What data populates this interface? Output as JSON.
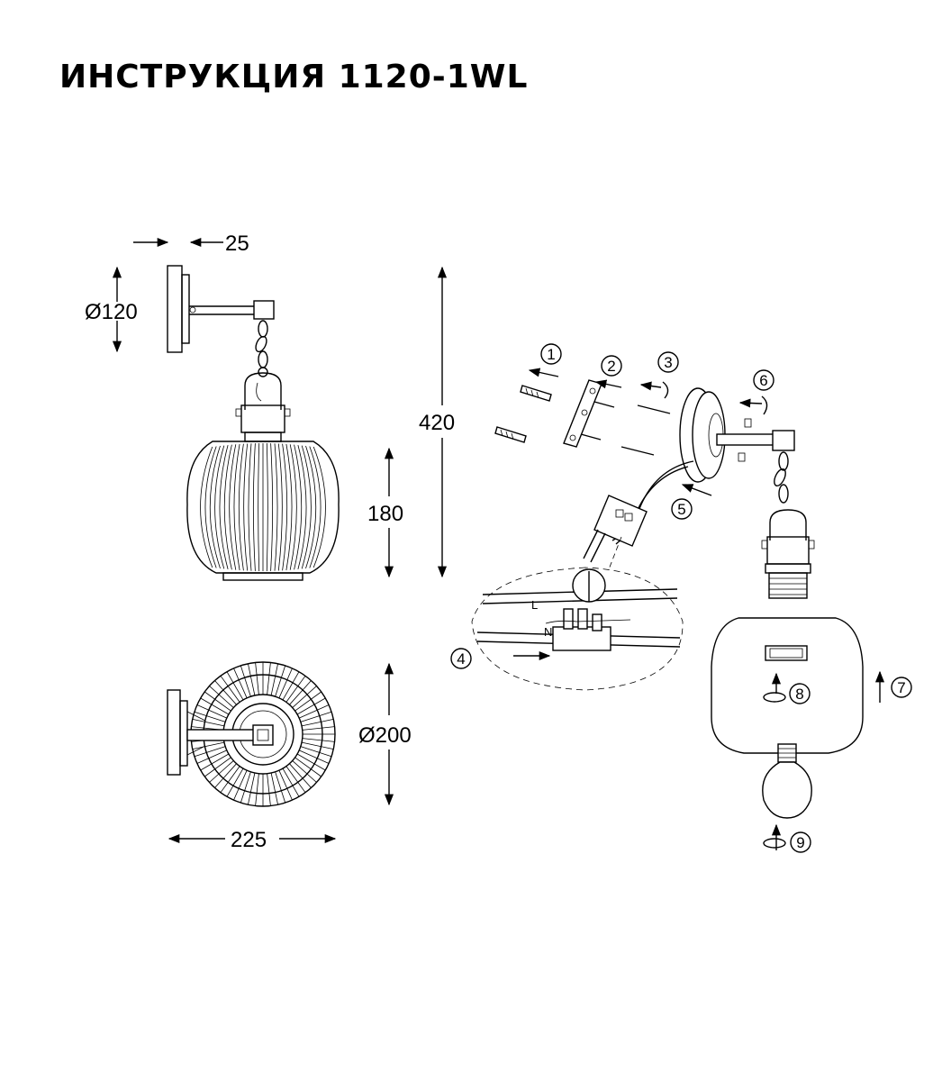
{
  "title": "ИНСТРУКЦИЯ 1120-1WL",
  "dimensions": {
    "depth_base": "25",
    "base_diameter": "Ø120",
    "total_height": "420",
    "shade_height": "180",
    "shade_diameter": "Ø200",
    "total_depth": "225"
  },
  "steps": [
    "1",
    "2",
    "3",
    "4",
    "5",
    "6",
    "7",
    "8",
    "9"
  ],
  "terminal_labels": {
    "live": "L",
    "neutral": "N"
  }
}
